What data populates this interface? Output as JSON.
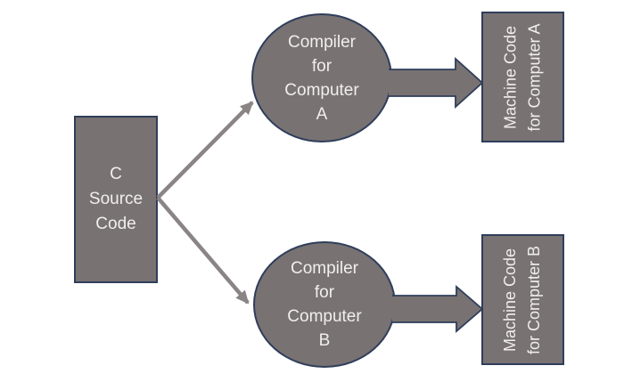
{
  "colors": {
    "background": "#ffffff",
    "shape_fill": "#787273",
    "shape_border": "#2f3e5a",
    "connector": "#8b8485",
    "label_text": "#f1eeee"
  },
  "nodes": {
    "source": {
      "lines": [
        "C",
        "Source",
        "Code"
      ]
    },
    "compiler_a": {
      "lines": [
        "Compiler",
        "for",
        "Computer",
        "A"
      ]
    },
    "compiler_b": {
      "lines": [
        "Compiler",
        "for",
        "Computer",
        "B"
      ]
    },
    "machine_a": {
      "lines": [
        "Machine Code",
        "for Computer A"
      ]
    },
    "machine_b": {
      "lines": [
        "Machine Code",
        "for Computer B"
      ]
    }
  }
}
